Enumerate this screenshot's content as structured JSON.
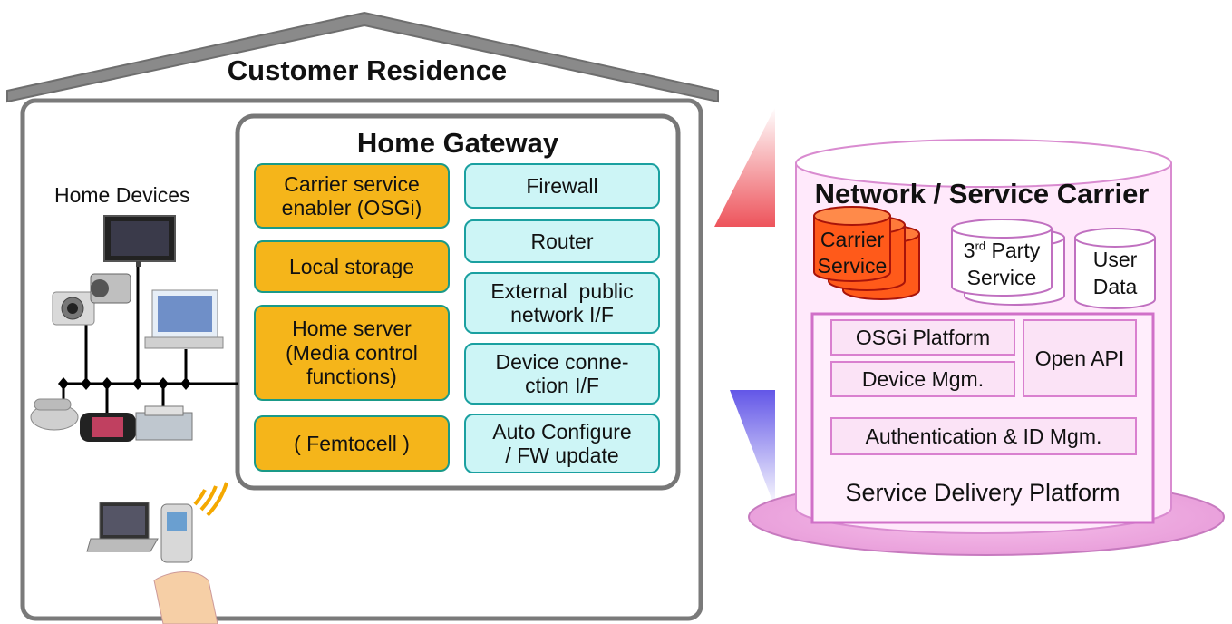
{
  "residence": {
    "title": "Customer Residence",
    "devices_label": "Home Devices"
  },
  "gateway": {
    "title": "Home Gateway",
    "left_boxes": [
      {
        "lines": [
          "Carrier service",
          "enabler (OSGi)"
        ]
      },
      {
        "lines": [
          "Local storage"
        ]
      },
      {
        "lines": [
          "Home server",
          "(Media control",
          "functions)"
        ]
      },
      {
        "lines": [
          "( Femtocell )"
        ]
      }
    ],
    "right_boxes": [
      {
        "lines": [
          "Firewall"
        ]
      },
      {
        "lines": [
          "Router"
        ]
      },
      {
        "lines": [
          "External  public",
          "network I/F"
        ]
      },
      {
        "lines": [
          "Device conne-",
          "ction I/F"
        ]
      },
      {
        "lines": [
          "Auto Configure",
          "/ FW update"
        ]
      }
    ]
  },
  "carrier": {
    "title": "Network / Service Carrier",
    "carrier_service": [
      "Carrier",
      "Service"
    ],
    "third_party": {
      "prefix": "3",
      "sup": "rd",
      "rest": " Party",
      "line2": "Service"
    },
    "user_data": [
      "User",
      "Data"
    ],
    "osgi_platform": "OSGi Platform",
    "device_mgm": "Device Mgm.",
    "open_api": "Open API",
    "auth": "Authentication & ID Mgm.",
    "sdp": "Service Delivery Platform"
  },
  "colors": {
    "house_stroke": "#7a7a7a",
    "orange": "#f5b51a",
    "cyan": "#cdf5f6",
    "pink": "#fbe3f6",
    "carrier_red": "#ff5a1a"
  }
}
